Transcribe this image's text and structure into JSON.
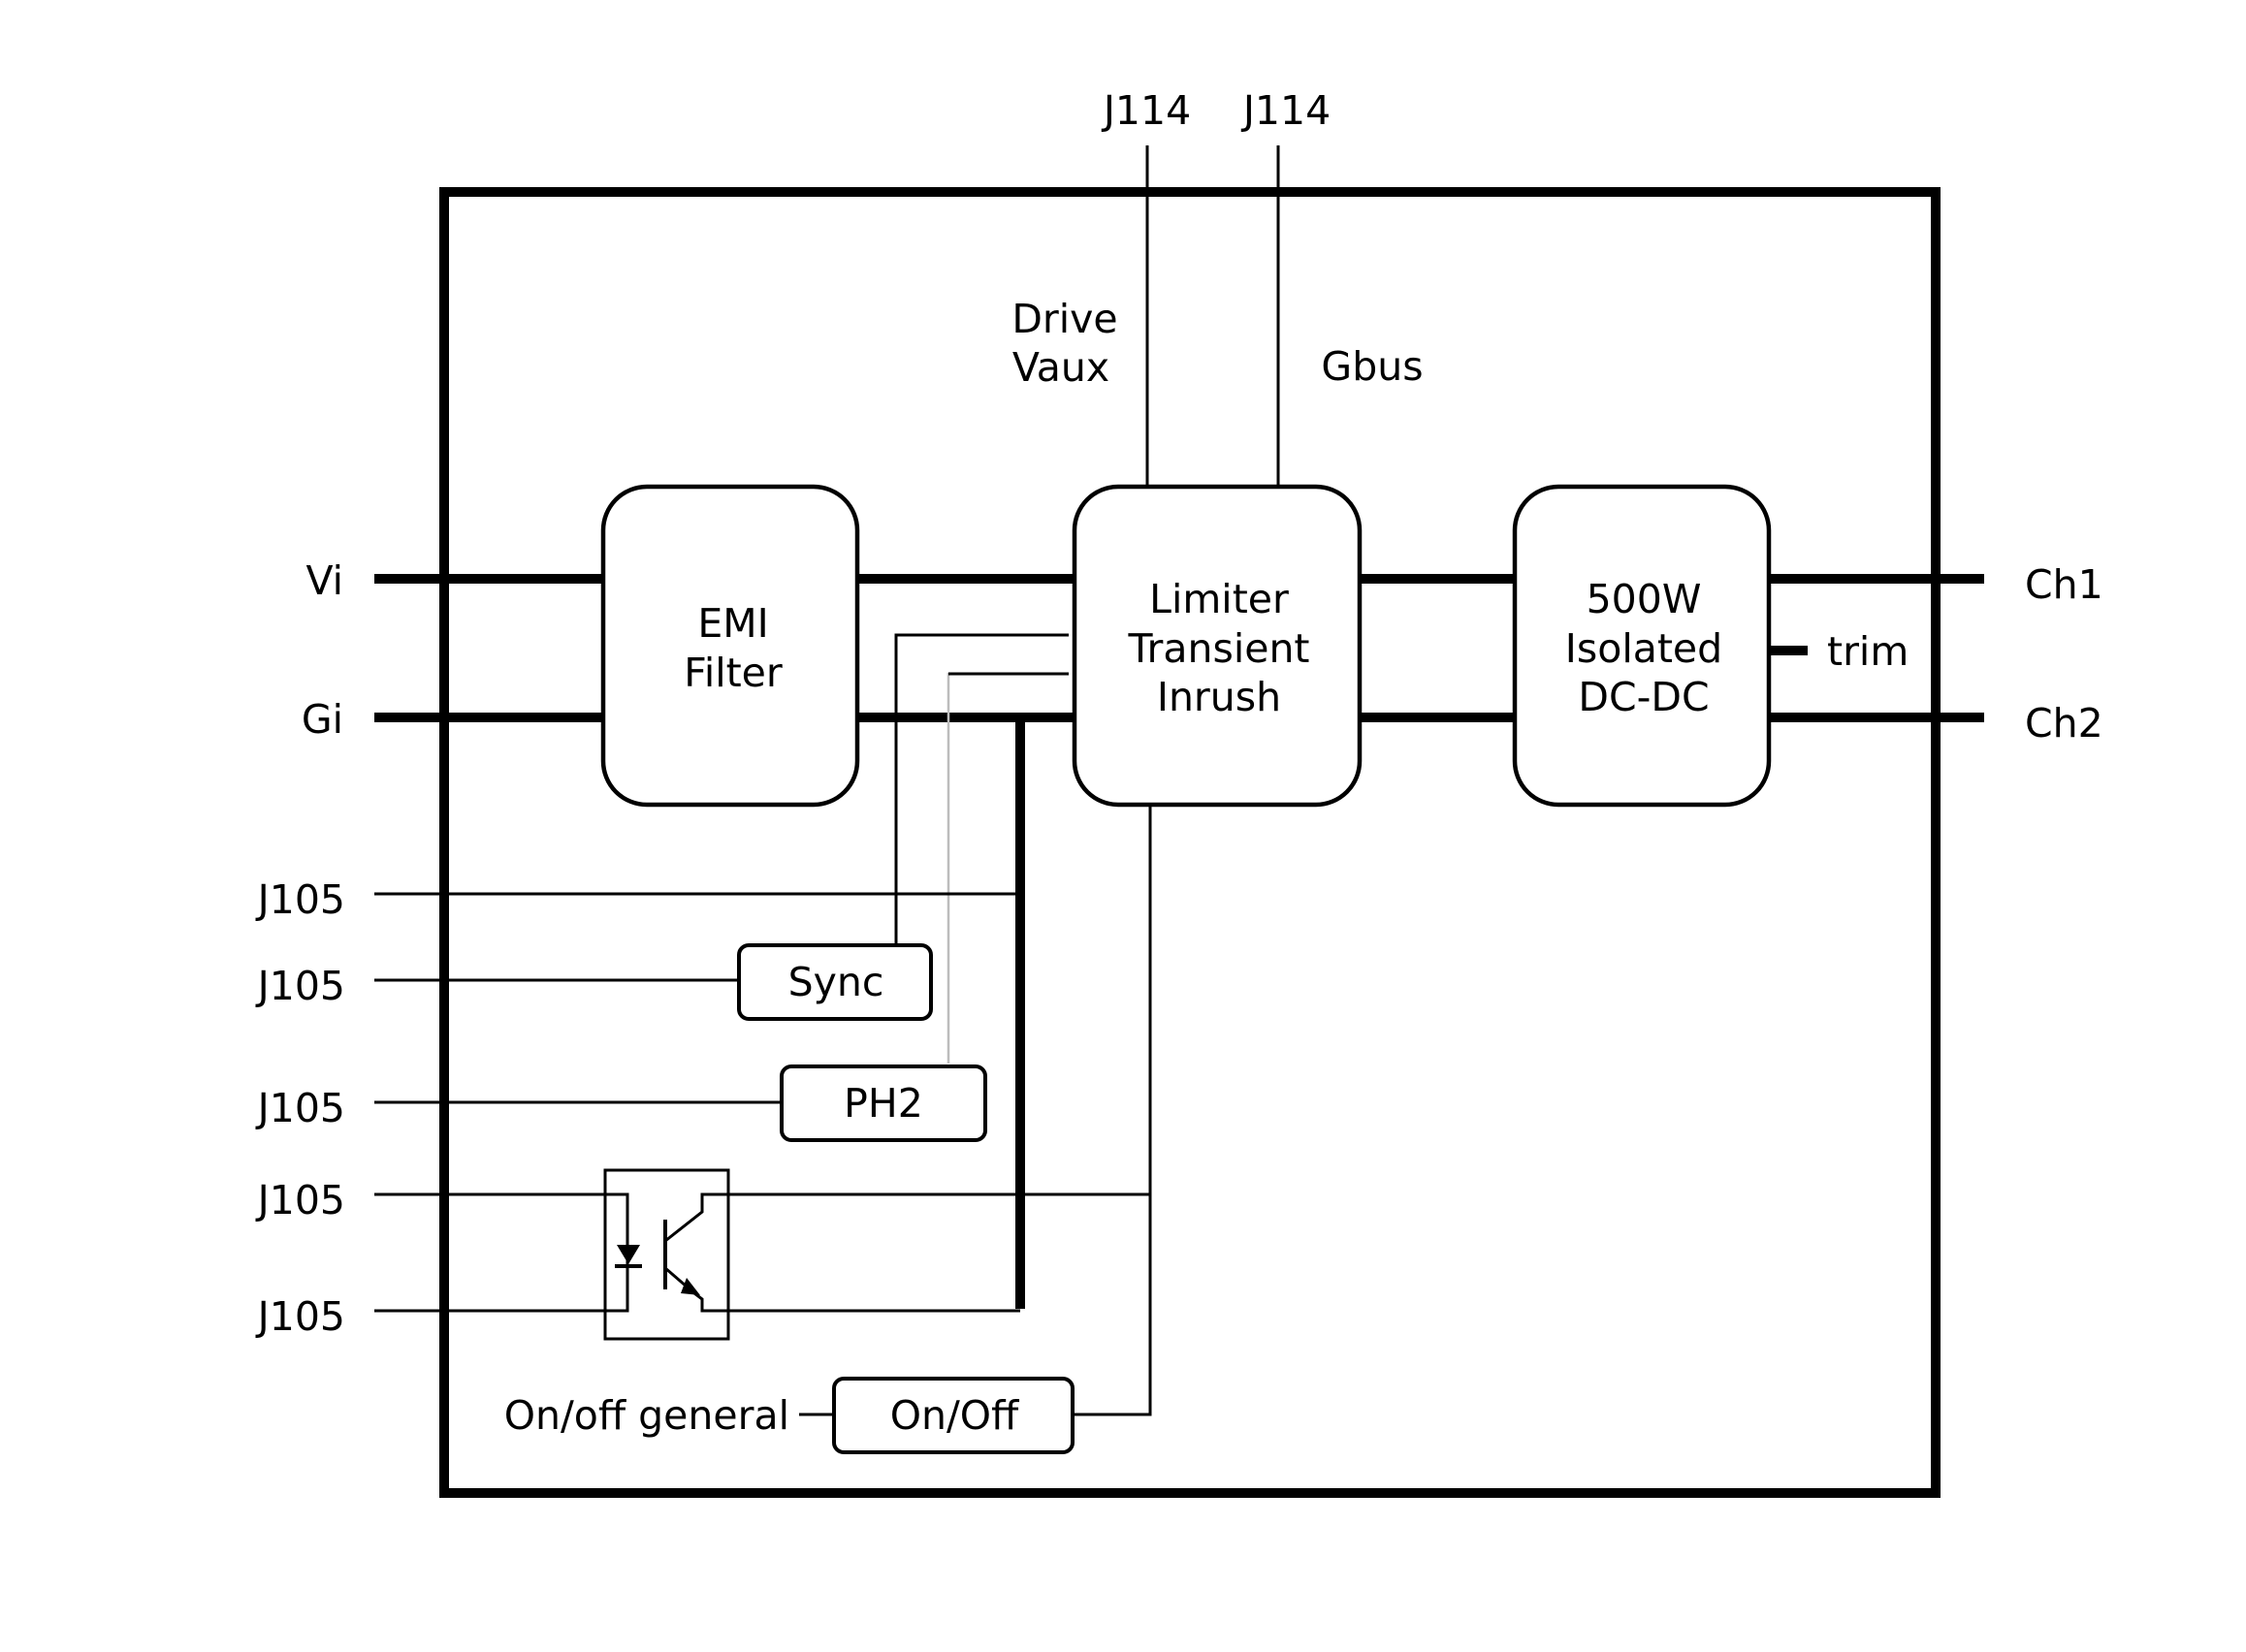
{
  "top_connectors": [
    "J114",
    "J114"
  ],
  "signals": {
    "drive": "Drive",
    "vaux": "Vaux",
    "gbus": "Gbus"
  },
  "inputs": {
    "vi": "Vi",
    "gi": "Gi"
  },
  "outputs": {
    "ch1": "Ch1",
    "ch2": "Ch2",
    "trim": "trim"
  },
  "blocks": {
    "emi": [
      "EMI",
      "Filter"
    ],
    "limiter": [
      "Limiter",
      "Transient",
      "Inrush"
    ],
    "dcdc": [
      "500W",
      "Isolated",
      "DC-DC"
    ],
    "sync": "Sync",
    "ph2": "PH2",
    "onoff": "On/Off"
  },
  "j105_labels": [
    "J105",
    "J105",
    "J105",
    "J105",
    "J105"
  ],
  "onoff_general": "On/off general"
}
